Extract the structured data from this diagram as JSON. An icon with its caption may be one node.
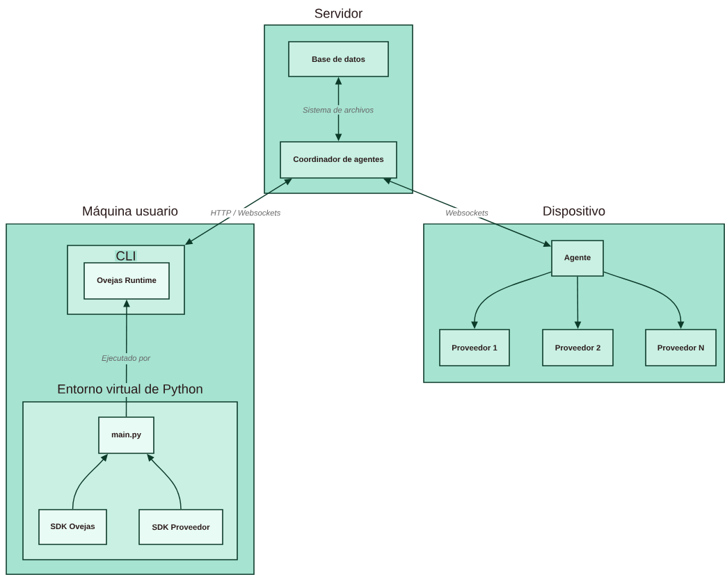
{
  "diagram": {
    "nodes": [
      {
        "text": [
          "Servidor"
        ]
      },
      {
        "text": [
          "Base de datos"
        ],
        "in": 0
      },
      {
        "text": [
          "Coordinador de agentes"
        ],
        "in": 0
      },
      {
        "text": [
          "Máquina usuario"
        ]
      },
      {
        "text": [
          "CLI"
        ],
        "in": 3
      },
      {
        "text": [
          "Ovejas Runtime"
        ],
        "in": 4
      },
      {
        "text": [
          "Entorno virtual de Python"
        ],
        "in": 3
      },
      {
        "text": [
          "main.py"
        ],
        "in": 6
      },
      {
        "text": [
          "SDK Ovejas"
        ],
        "in": 6
      },
      {
        "text": [
          "SDK Proveedor"
        ],
        "in": 6
      },
      {
        "text": [
          "Dispositivo"
        ]
      },
      {
        "text": [
          "Agente"
        ],
        "in": 10
      },
      {
        "text": [
          "Proveedor 1"
        ],
        "in": 10
      },
      {
        "text": [
          "Proveedor 2"
        ],
        "in": 10
      },
      {
        "text": [
          "Proveedor N"
        ],
        "in": 10
      }
    ],
    "edges": [
      {
        "from": 1,
        "to": 2,
        "arrow": "both",
        "label": "Sistema de archivos"
      },
      {
        "from": 2,
        "to": 4,
        "arrow": "both",
        "label": "HTTP / Websockets"
      },
      {
        "from": 2,
        "to": 11,
        "arrow": "both",
        "label": "Websockets"
      },
      {
        "from": 11,
        "to": 12,
        "arrow": "to"
      },
      {
        "from": 11,
        "to": 13,
        "arrow": "to"
      },
      {
        "from": 11,
        "to": 14,
        "arrow": "to"
      },
      {
        "from": 7,
        "to": 5,
        "arrow": "to",
        "label": "Ejecutado por"
      },
      {
        "from": 8,
        "to": 7,
        "arrow": "to"
      },
      {
        "from": 9,
        "to": 7,
        "arrow": "to"
      }
    ]
  }
}
